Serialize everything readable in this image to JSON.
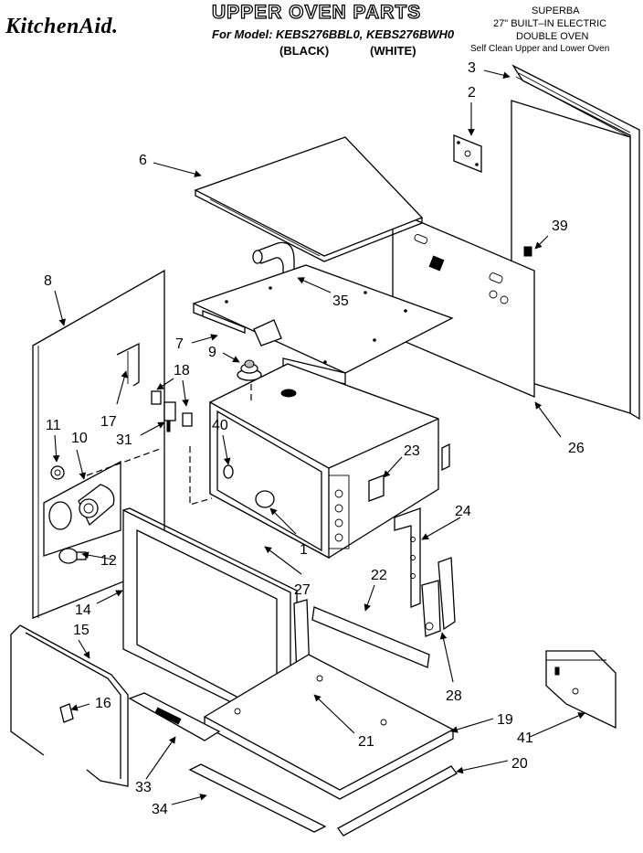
{
  "header": {
    "brand": "KitchenAid.",
    "title": "UPPER OVEN PARTS",
    "model_line": "For Model: KEBS276BBL0, KEBS276BWH0",
    "variant_black": "(BLACK)",
    "variant_white": "(WHITE)",
    "series_line": "SUPERBA",
    "product_line_1": "27\" BUILT–IN ELECTRIC",
    "product_line_2": "DOUBLE OVEN",
    "product_line_3": "Self Clean Upper and Lower Oven"
  },
  "callouts": {
    "c1": "1",
    "c2": "2",
    "c3": "3",
    "c6": "6",
    "c7": "7",
    "c8": "8",
    "c9": "9",
    "c10": "10",
    "c11": "11",
    "c12": "12",
    "c14": "14",
    "c15": "15",
    "c16": "16",
    "c17": "17",
    "c18": "18",
    "c19": "19",
    "c20": "20",
    "c21": "21",
    "c22": "22",
    "c23": "23",
    "c24": "24",
    "c26": "26",
    "c27": "27",
    "c28": "28",
    "c31": "31",
    "c33": "33",
    "c34": "34",
    "c35": "35",
    "c39": "39",
    "c40": "40",
    "c41": "41"
  }
}
